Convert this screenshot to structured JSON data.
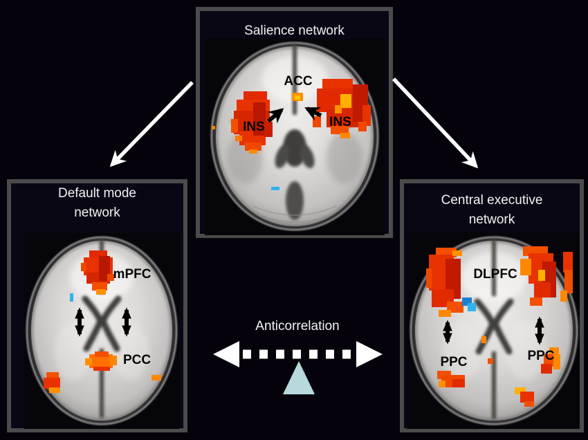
{
  "figure": {
    "type": "triple-network brain connectivity figure",
    "background": "#05020c",
    "panel_border": "#4b4b4b"
  },
  "panels": {
    "salience": {
      "title": "Salience network",
      "labels": {
        "acc": "ACC",
        "ins_left": "INS",
        "ins_right": "INS"
      }
    },
    "default_mode": {
      "title": "Default mode network",
      "labels": {
        "mpfc": "mPFC",
        "pcc": "PCC"
      }
    },
    "central_executive": {
      "title": "Central executive network",
      "labels": {
        "dlpfc": "DLPFC",
        "ppc_left": "PPC",
        "ppc_right": "PPC"
      }
    }
  },
  "annotations": {
    "anticorrelation": "Anticorrelation"
  },
  "colors": {
    "activation_hot": "#e83200",
    "activation_warm": "#ff8c00",
    "deactivation_cool": "#2fb3ea",
    "fulcrum_triangle": "#b7d8dd",
    "connector_arrow": "#ffffff",
    "coupling_arrow": "#000000",
    "region_label": "#000000",
    "title_text": "#f2f2f2"
  }
}
